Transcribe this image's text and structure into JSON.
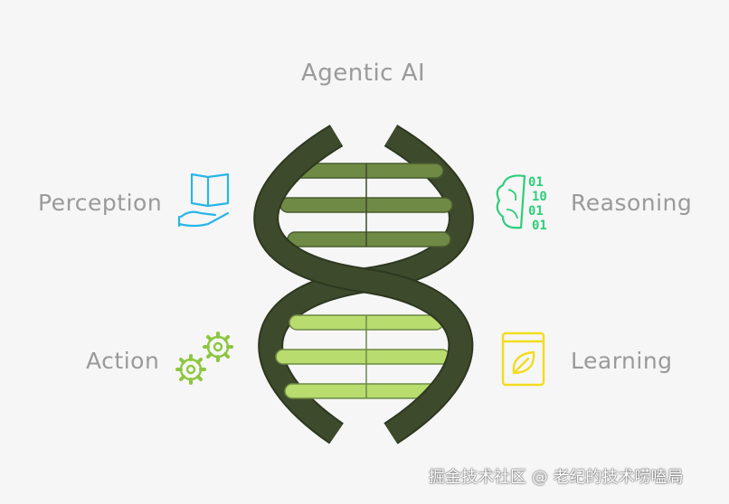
{
  "title": "Agentic AI",
  "nodes": [
    {
      "id": "perception",
      "label": "Perception",
      "icon": "book-hand-icon",
      "color": "#27b6e8"
    },
    {
      "id": "reasoning",
      "label": "Reasoning",
      "icon": "brain-binary-icon",
      "color": "#2fce7a"
    },
    {
      "id": "action",
      "label": "Action",
      "icon": "gears-icon",
      "color": "#8dc63f"
    },
    {
      "id": "learning",
      "label": "Learning",
      "icon": "leaf-book-icon",
      "color": "#f2dc1e"
    }
  ],
  "binary_digits": [
    "01",
    "10",
    "01",
    "01"
  ],
  "helix": {
    "strand_color": "#3e4a2c",
    "upper_rung_color": "#6f8a45",
    "lower_rung_color": "#b8dc6e"
  },
  "watermark": "掘金技术社区 @ 老纪的技术唠嗑局"
}
